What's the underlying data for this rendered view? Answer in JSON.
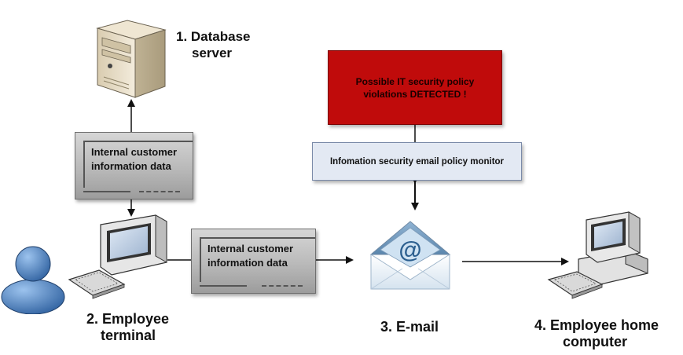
{
  "nodes": {
    "database_server": {
      "label_line1": "1. Database",
      "label_line2": "server"
    },
    "employee_terminal": {
      "label_line1": "2. Employee",
      "label_line2": "terminal"
    },
    "email": {
      "label": "3. E-mail"
    },
    "employee_home_computer": {
      "label_line1": "4. Employee home",
      "label_line2": "computer"
    }
  },
  "data_boxes": {
    "vertical": {
      "line1": "Internal customer",
      "line2": "information data"
    },
    "horizontal": {
      "line1": "Internal customer",
      "line2": "information data"
    }
  },
  "alert": {
    "text": "Possible IT security policy violations DETECTED !",
    "color": "#c00b0b"
  },
  "monitor": {
    "text": "Infomation security email policy monitor",
    "color": "#e3e9f3"
  },
  "icons": [
    "server-icon",
    "user-icon",
    "terminal-icon",
    "email-envelope-icon",
    "home-computer-icon"
  ]
}
